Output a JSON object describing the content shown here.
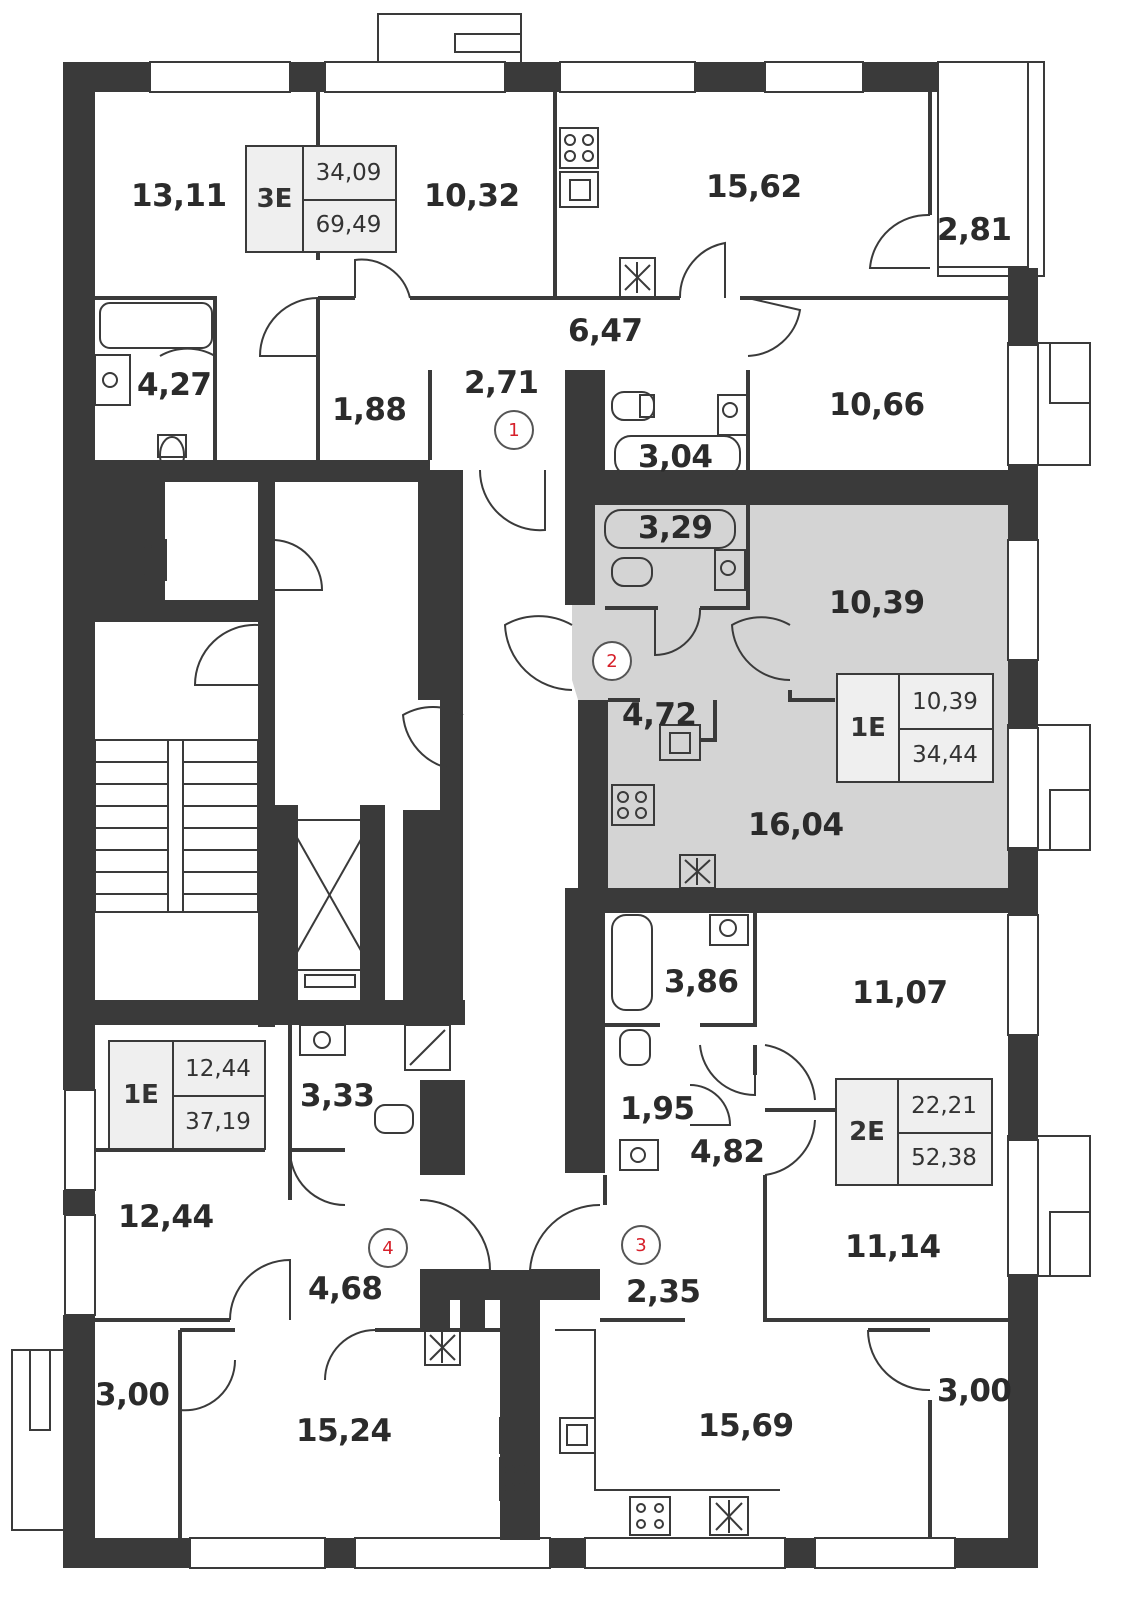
{
  "colors": {
    "wall": "#3a3a3a",
    "highlight": "#d4d4d4",
    "badge_bg": "#efefef",
    "marker_text": "#d6202a"
  },
  "rooms": {
    "r1": "13,11",
    "r2": "10,32",
    "r3": "15,62",
    "r4": "2,81",
    "r5": "6,47",
    "r6": "4,27",
    "r7": "1,88",
    "r8": "2,71",
    "r9": "10,66",
    "r10": "3,04",
    "r11": "3,29",
    "r12": "10,39",
    "r13": "4,72",
    "r14": "16,04",
    "r15": "3,86",
    "r16": "11,07",
    "r17": "1,95",
    "r18": "4,82",
    "r19": "11,14",
    "r20": "3,33",
    "r21": "12,44",
    "r22": "4,68",
    "r23": "2,35",
    "r24": "3,00",
    "r25": "15,24",
    "r26": "15,69",
    "r27": "3,00"
  },
  "badges": {
    "b3e": {
      "code": "3E",
      "v1": "34,09",
      "v2": "69,49"
    },
    "b1e_top": {
      "code": "1E",
      "v1": "10,39",
      "v2": "34,44"
    },
    "b1e_left": {
      "code": "1E",
      "v1": "12,44",
      "v2": "37,19"
    },
    "b2e": {
      "code": "2E",
      "v1": "22,21",
      "v2": "52,38"
    }
  },
  "markers": {
    "m1": "1",
    "m2": "2",
    "m3": "3",
    "m4": "4"
  },
  "icons": [
    "kitchen-stove-icon",
    "sink-icon",
    "toilet-icon",
    "bathtub-icon",
    "shower-icon",
    "ventilation-icon",
    "elevator-icon",
    "staircase-icon"
  ]
}
